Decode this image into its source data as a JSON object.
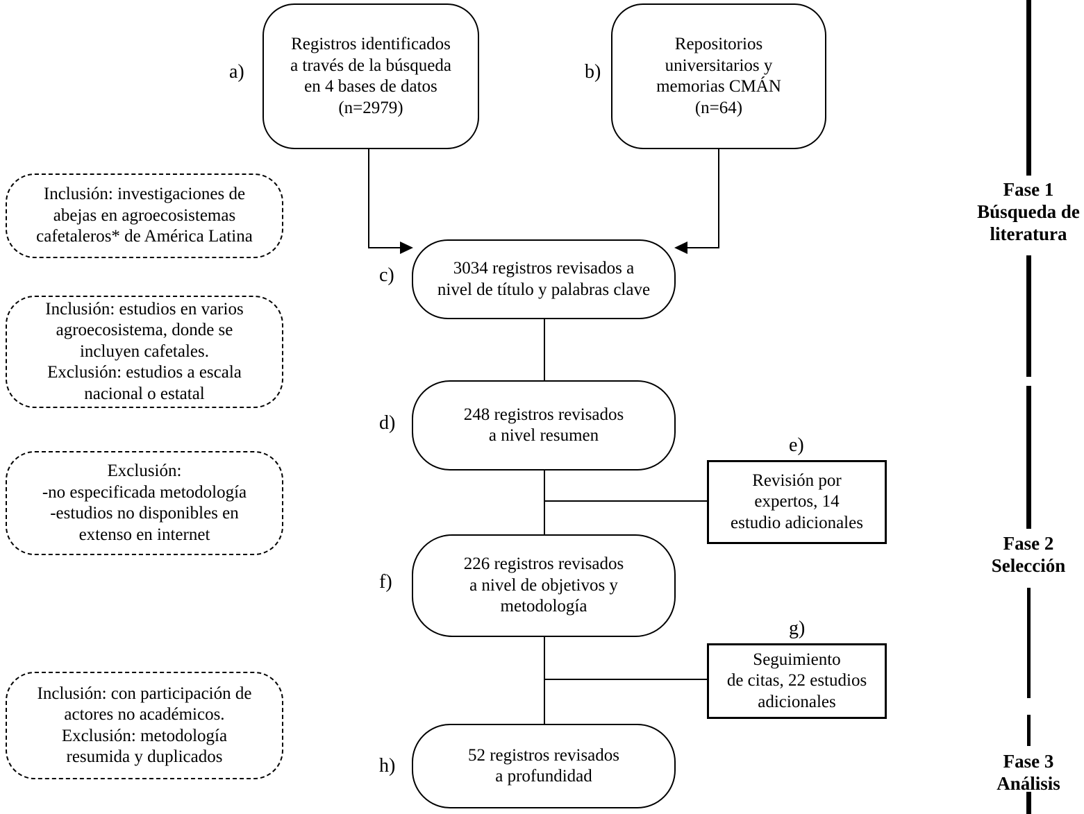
{
  "diagram": {
    "nodes": {
      "a": {
        "tag": "a)",
        "text": "Registros identificados\na través de la búsqueda\nen 4 bases de datos\n(n=2979)"
      },
      "b": {
        "tag": "b)",
        "text": "Repositorios\nuniversitarios y\nmemorias CMÁN\n(n=64)"
      },
      "c": {
        "tag": "c)",
        "text": "3034 registros revisados a\nnivel de título y palabras clave"
      },
      "d": {
        "tag": "d)",
        "text": "248 registros revisados\na nivel resumen"
      },
      "e": {
        "tag": "e)",
        "text": "Revisión por\nexpertos, 14\nestudio adicionales"
      },
      "f": {
        "tag": "f)",
        "text": "226 registros revisados\na nivel de objetivos y\nmetodología"
      },
      "g": {
        "tag": "g)",
        "text": "Seguimiento\nde citas, 22 estudios\nadicionales"
      },
      "h": {
        "tag": "h)",
        "text": "52 registros revisados\na profundidad"
      }
    },
    "criteria": [
      {
        "text": "Inclusión: investigaciones de\nabejas en agroecosistemas\ncafetaleros* de América Latina"
      },
      {
        "text": "Inclusión: estudios en varios\nagroecosistema, donde se\nincluyen cafetales.\nExclusión: estudios a escala\nnacional o estatal"
      },
      {
        "text": "Exclusión:\n-no especificada metodología\n-estudios no disponibles en\nextenso en internet"
      },
      {
        "text": "Inclusión: con participación de\nactores no académicos.\nExclusión: metodología\nresumida y duplicados"
      }
    ],
    "phases": [
      {
        "text": "Fase 1\nBúsqueda de\nliteratura"
      },
      {
        "text": "Fase 2\nSelección"
      },
      {
        "text": "Fase 3\nAnálisis"
      }
    ],
    "colors": {
      "ink": "#000000",
      "background": "#ffffff"
    }
  }
}
